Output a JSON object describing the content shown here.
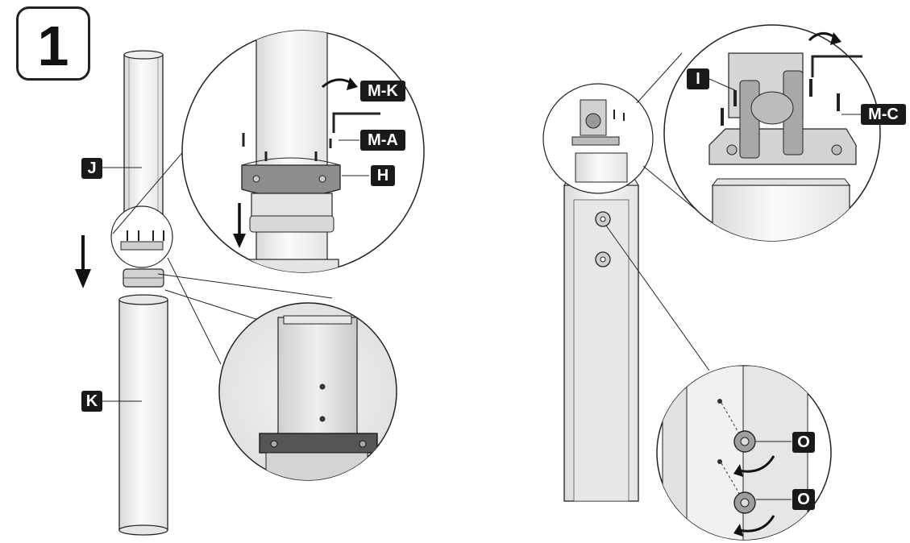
{
  "step_number": "1",
  "labels": {
    "j": "J",
    "k": "K",
    "h": "H",
    "mk": "M-K",
    "ma": "M-A",
    "i": "I",
    "mc": "M-C",
    "o1": "O",
    "o2": "O"
  },
  "colors": {
    "line": "#1e1e1e",
    "label_bg": "#1a1a1a",
    "metal_light": "#dcdcdc",
    "metal_mid": "#b9b9b9",
    "bracket": "#8a8a8a"
  }
}
